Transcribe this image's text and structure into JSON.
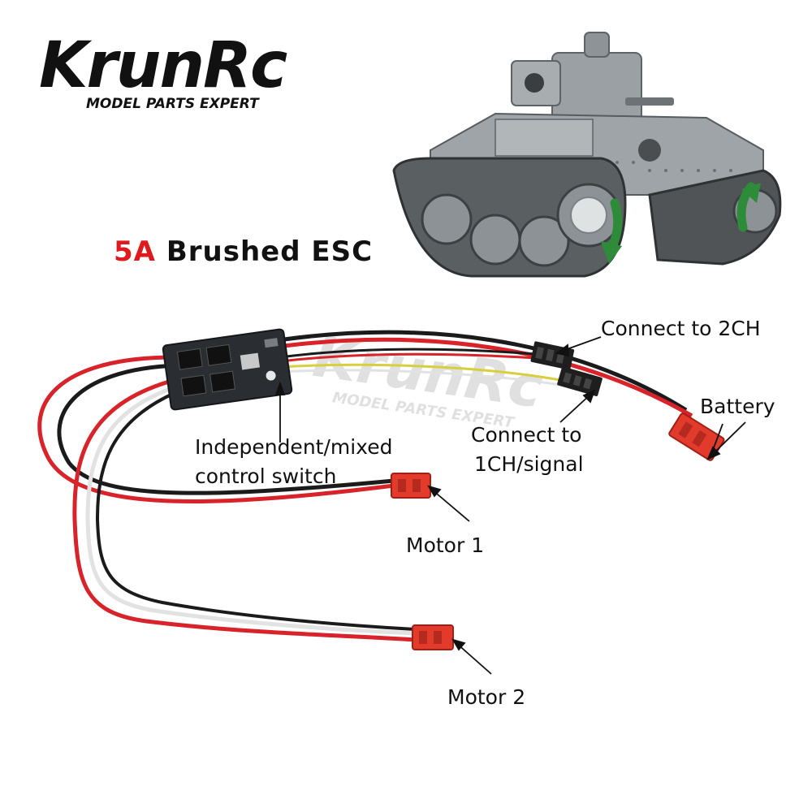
{
  "brand": {
    "wordmark": "KrunRc",
    "tagline": "MODEL PARTS EXPERT",
    "color": "#111111"
  },
  "title": {
    "current": "5A",
    "rest": " Brushed  ESC",
    "current_color": "#e0191c",
    "rest_color": "#111111"
  },
  "labels": {
    "connect_2ch": "Connect to 2CH",
    "battery": "Battery",
    "connect_1ch_line1": "Connect to",
    "connect_1ch_line2": "1CH/signal",
    "switch_line1": "Independent/mixed",
    "switch_line2": "control switch",
    "motor1": "Motor 1",
    "motor2": "Motor 2"
  },
  "icons": {
    "tank": "tank-illustration",
    "track_arrows": "rotation-arrow-icon",
    "esc": "esc-board-icon",
    "connectors": "jst-connector-icon"
  },
  "colors": {
    "wire_red": "#d8232a",
    "wire_black": "#1b1b1b",
    "wire_white": "#e2e2e2",
    "wire_yellow": "#d9cf3c",
    "connector_red": "#e23b2c",
    "arrow_green": "#2e8b3a"
  }
}
